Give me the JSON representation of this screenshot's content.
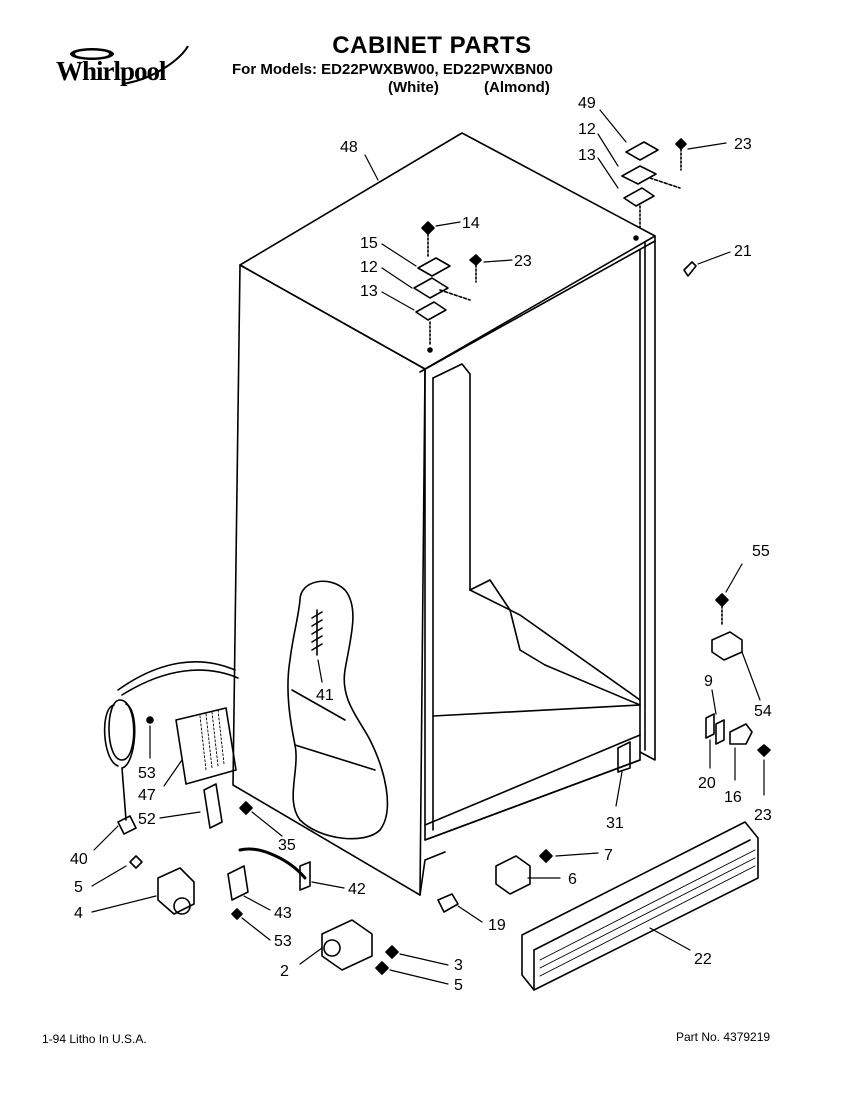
{
  "brand": {
    "logo_text": "Whirlpool"
  },
  "header": {
    "title": "CABINET PARTS",
    "subtitle": "For Models: ED22PWXBW00, ED22PWXBN00",
    "color_white": "(White)",
    "color_almond": "(Almond)"
  },
  "footer": {
    "litho": "1-94 Litho In U.S.A.",
    "part_no": "Part No. 4379219"
  },
  "callouts": [
    "48",
    "49",
    "12",
    "13",
    "23",
    "14",
    "15",
    "12",
    "23",
    "13",
    "21",
    "41",
    "55",
    "54",
    "9",
    "20",
    "16",
    "23",
    "31",
    "7",
    "6",
    "19",
    "22",
    "53",
    "47",
    "52",
    "35",
    "40",
    "5",
    "4",
    "42",
    "43",
    "53",
    "2",
    "3",
    "5"
  ]
}
